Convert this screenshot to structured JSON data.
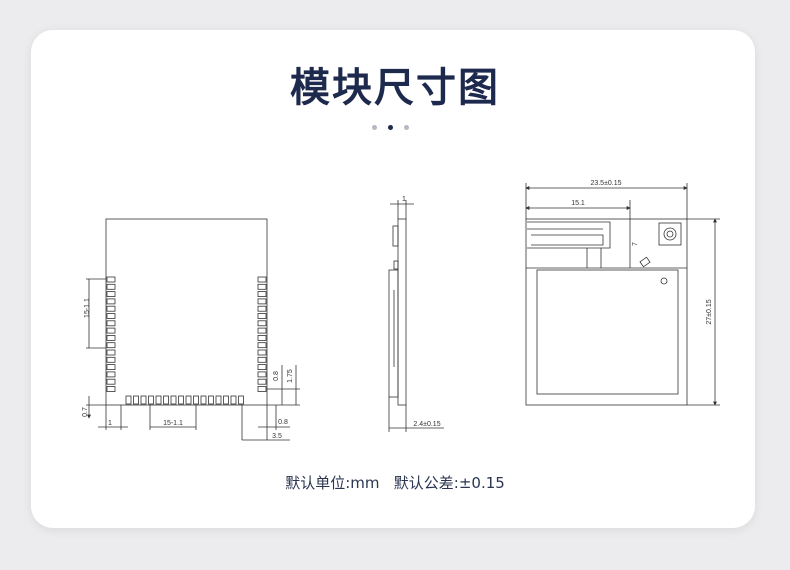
{
  "header": {
    "title": "模块尺寸图"
  },
  "carousel": {
    "count": 3,
    "active_index": 1
  },
  "front_view": {
    "dim_left_pitch": "15-1.1",
    "dim_left_bottom": "0.7",
    "dim_bottom_first": "1",
    "dim_bottom_pitch": "15-1.1",
    "dim_right_08_vertical": "0.8",
    "dim_right_175": "1.75",
    "dim_right_08_horizontal": "0.8",
    "dim_right_35": "3.5"
  },
  "side_view": {
    "dim_top": "1",
    "dim_thickness": "2.4±0.15"
  },
  "top_view": {
    "dim_width": "23.5±0.15",
    "dim_antenna": "15.1",
    "dim_height": "27±0.15",
    "dim_antenna_depth": "7"
  },
  "footer": {
    "unit_text": "默认单位:mm",
    "tolerance_text": "默认公差:±0.15"
  },
  "colors": {
    "title": "#1d2a4d",
    "line": "#333333",
    "active_dot": "#1d2a4d",
    "inactive_dot": "#b5b9c2"
  }
}
